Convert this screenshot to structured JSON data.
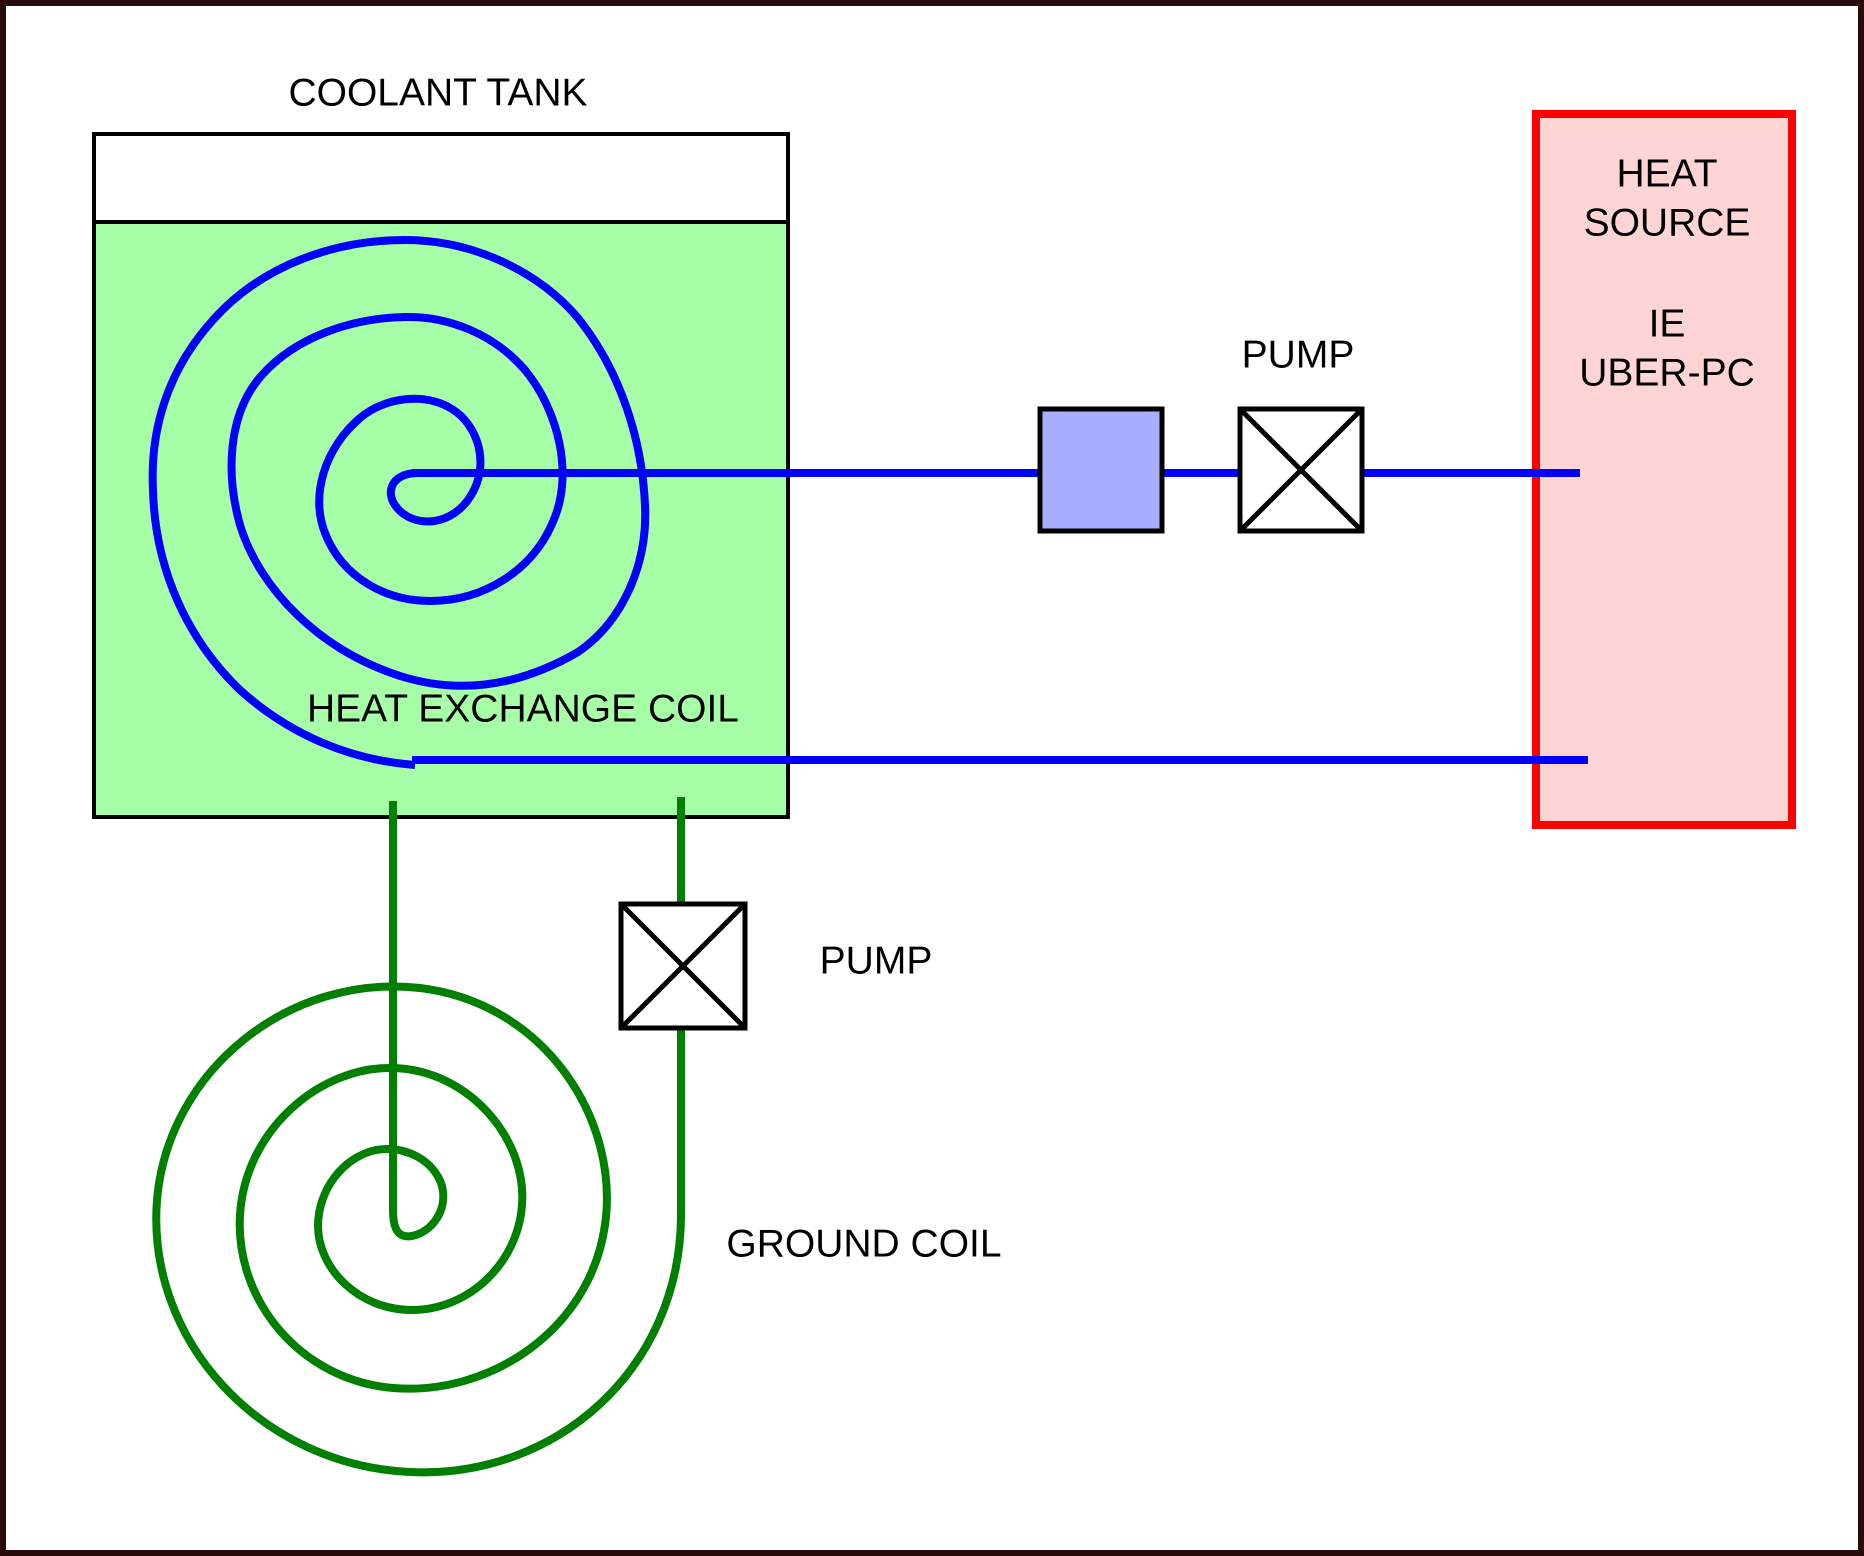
{
  "labels": {
    "coolant_tank": "COOLANT TANK",
    "heat_exchange_coil": "HEAT EXCHANGE COIL",
    "heat_source_line1": "HEAT",
    "heat_source_line2": "SOURCE",
    "heat_source_line3": "IE",
    "heat_source_line4": "UBER-PC",
    "pump_top": "PUMP",
    "pump_bottom": "PUMP",
    "ground_coil": "GROUND COIL"
  },
  "colors": {
    "frame": "#2a0a0a",
    "tank_coolant_fill": "#a6ffa6",
    "coolant_loop": "#0000ff",
    "ground_loop": "#007f00",
    "heat_source_border": "#ff0000",
    "heat_source_fill": "#ffd4d4",
    "reservoir_fill": "#a8aeff"
  }
}
